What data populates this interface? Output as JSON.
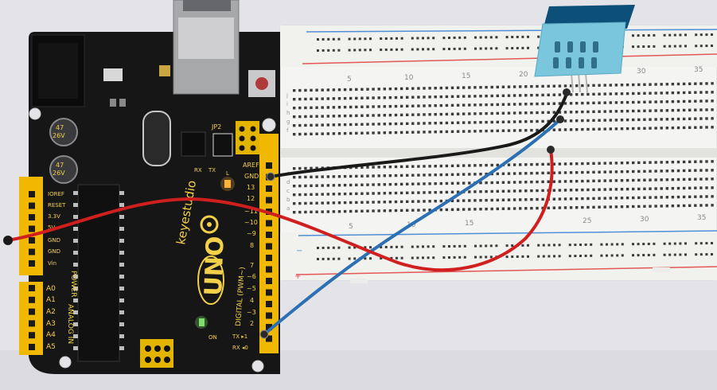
{
  "breadboard_numbers": [
    "5",
    "10",
    "15",
    "20",
    "25",
    "30",
    "35"
  ],
  "breadboard_row_letters": [
    "j",
    "i",
    "h",
    "g",
    "f",
    "e",
    "d",
    "c",
    "b",
    "a"
  ],
  "board": {
    "brand": "keyestudio",
    "model": "UNO",
    "chip_label_1": "47",
    "chip_label_2": "26V",
    "header_power_labels": [
      "IOREF",
      "RESET",
      "3.3V",
      "5V",
      "GND",
      "GND",
      "Vin"
    ],
    "power_group": "POWER",
    "analog_labels": [
      "A0",
      "A1",
      "A2",
      "A3",
      "A4",
      "A5"
    ],
    "analog_group": "ANALOG IN",
    "digital_labels": [
      "AREF",
      "GND",
      "13",
      "12",
      "~11",
      "~10",
      "~9",
      "8",
      "7",
      "~6",
      "~5",
      "4",
      "~3",
      "2",
      "TX ▸1",
      "RX ◂0"
    ],
    "digital_group": "DIGITAL (PWM~)",
    "led_labels": [
      "L",
      "TX",
      "RX",
      "ON"
    ],
    "jumper_label": "JP2"
  },
  "colors": {
    "board": "#161616",
    "silkscreen": "#f3d04a",
    "header": "#f0b800",
    "breadboard": "#f4f4f2",
    "sensor": "#79c6dd",
    "wire_red": "#d01f1f",
    "wire_blue": "#2d6fb3",
    "wire_black": "#1a1a1a"
  }
}
